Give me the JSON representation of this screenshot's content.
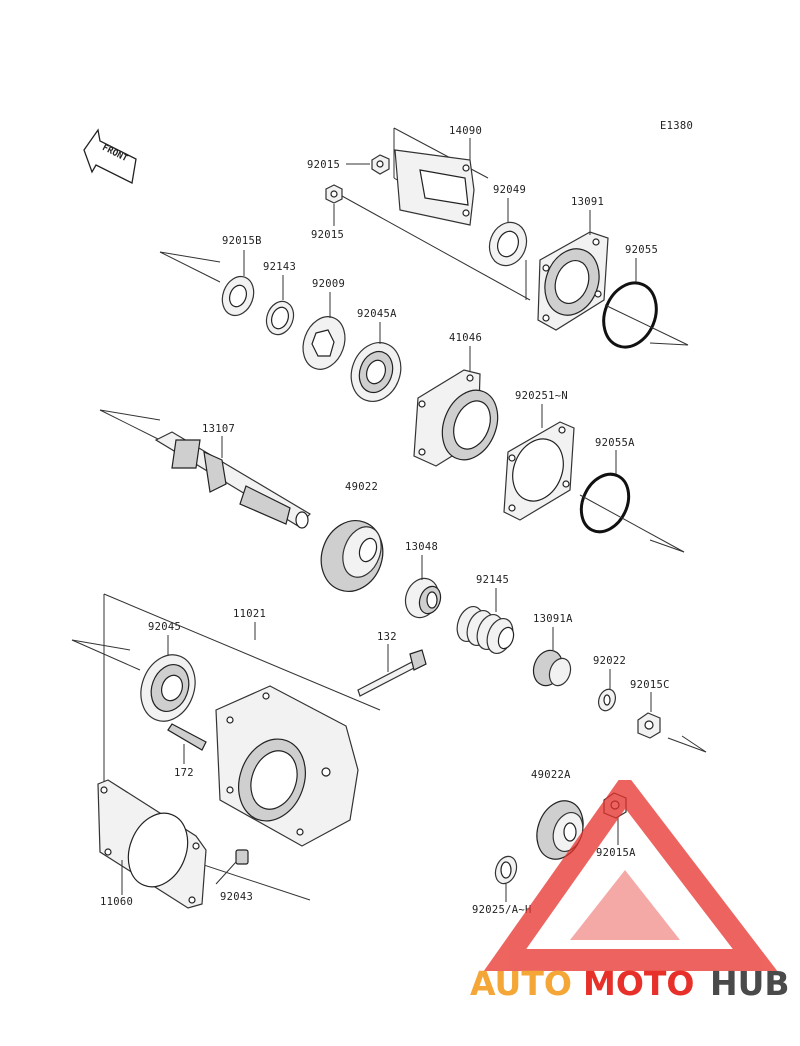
{
  "diagram_code": "E1380",
  "front_label": "FRONT",
  "labels": {
    "p14090": "14090",
    "p92015_top": "92015",
    "p92015_mid": "92015",
    "p92049": "92049",
    "p13091": "13091",
    "p92055": "92055",
    "p92015B": "92015B",
    "p92143": "92143",
    "p92009": "92009",
    "p92045A": "92045A",
    "p41046": "41046",
    "p92025IN": "920251~N",
    "p13107": "13107",
    "p92055A": "92055A",
    "p49022": "49022",
    "p13048": "13048",
    "p92145": "92145",
    "p13091A": "13091A",
    "p92045": "92045",
    "p11021": "11021",
    "p132": "132",
    "p92022": "92022",
    "p92015C": "92015C",
    "p172": "172",
    "p49022A": "49022A",
    "p92015A": "92015A",
    "p11060": "11060",
    "p92043": "92043",
    "p92025AH": "92025/A~H"
  },
  "watermark": {
    "brand_part1": "AUTO",
    "brand_part2": "MOTO",
    "brand_part3": "HUB",
    "color_orange": "#f4a637",
    "color_red": "#e8302a",
    "color_gray": "#4a4a4a"
  }
}
